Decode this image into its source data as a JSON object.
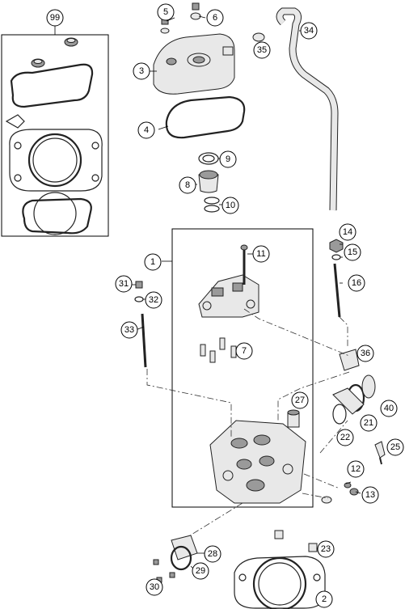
{
  "diagram": {
    "callouts": [
      "99",
      "5",
      "6",
      "3",
      "4",
      "9",
      "8",
      "10",
      "34",
      "35",
      "14",
      "15",
      "16",
      "1",
      "11",
      "31",
      "32",
      "33",
      "7",
      "36",
      "27",
      "40",
      "21",
      "22",
      "25",
      "12",
      "13",
      "28",
      "29",
      "30",
      "23",
      "2"
    ]
  }
}
